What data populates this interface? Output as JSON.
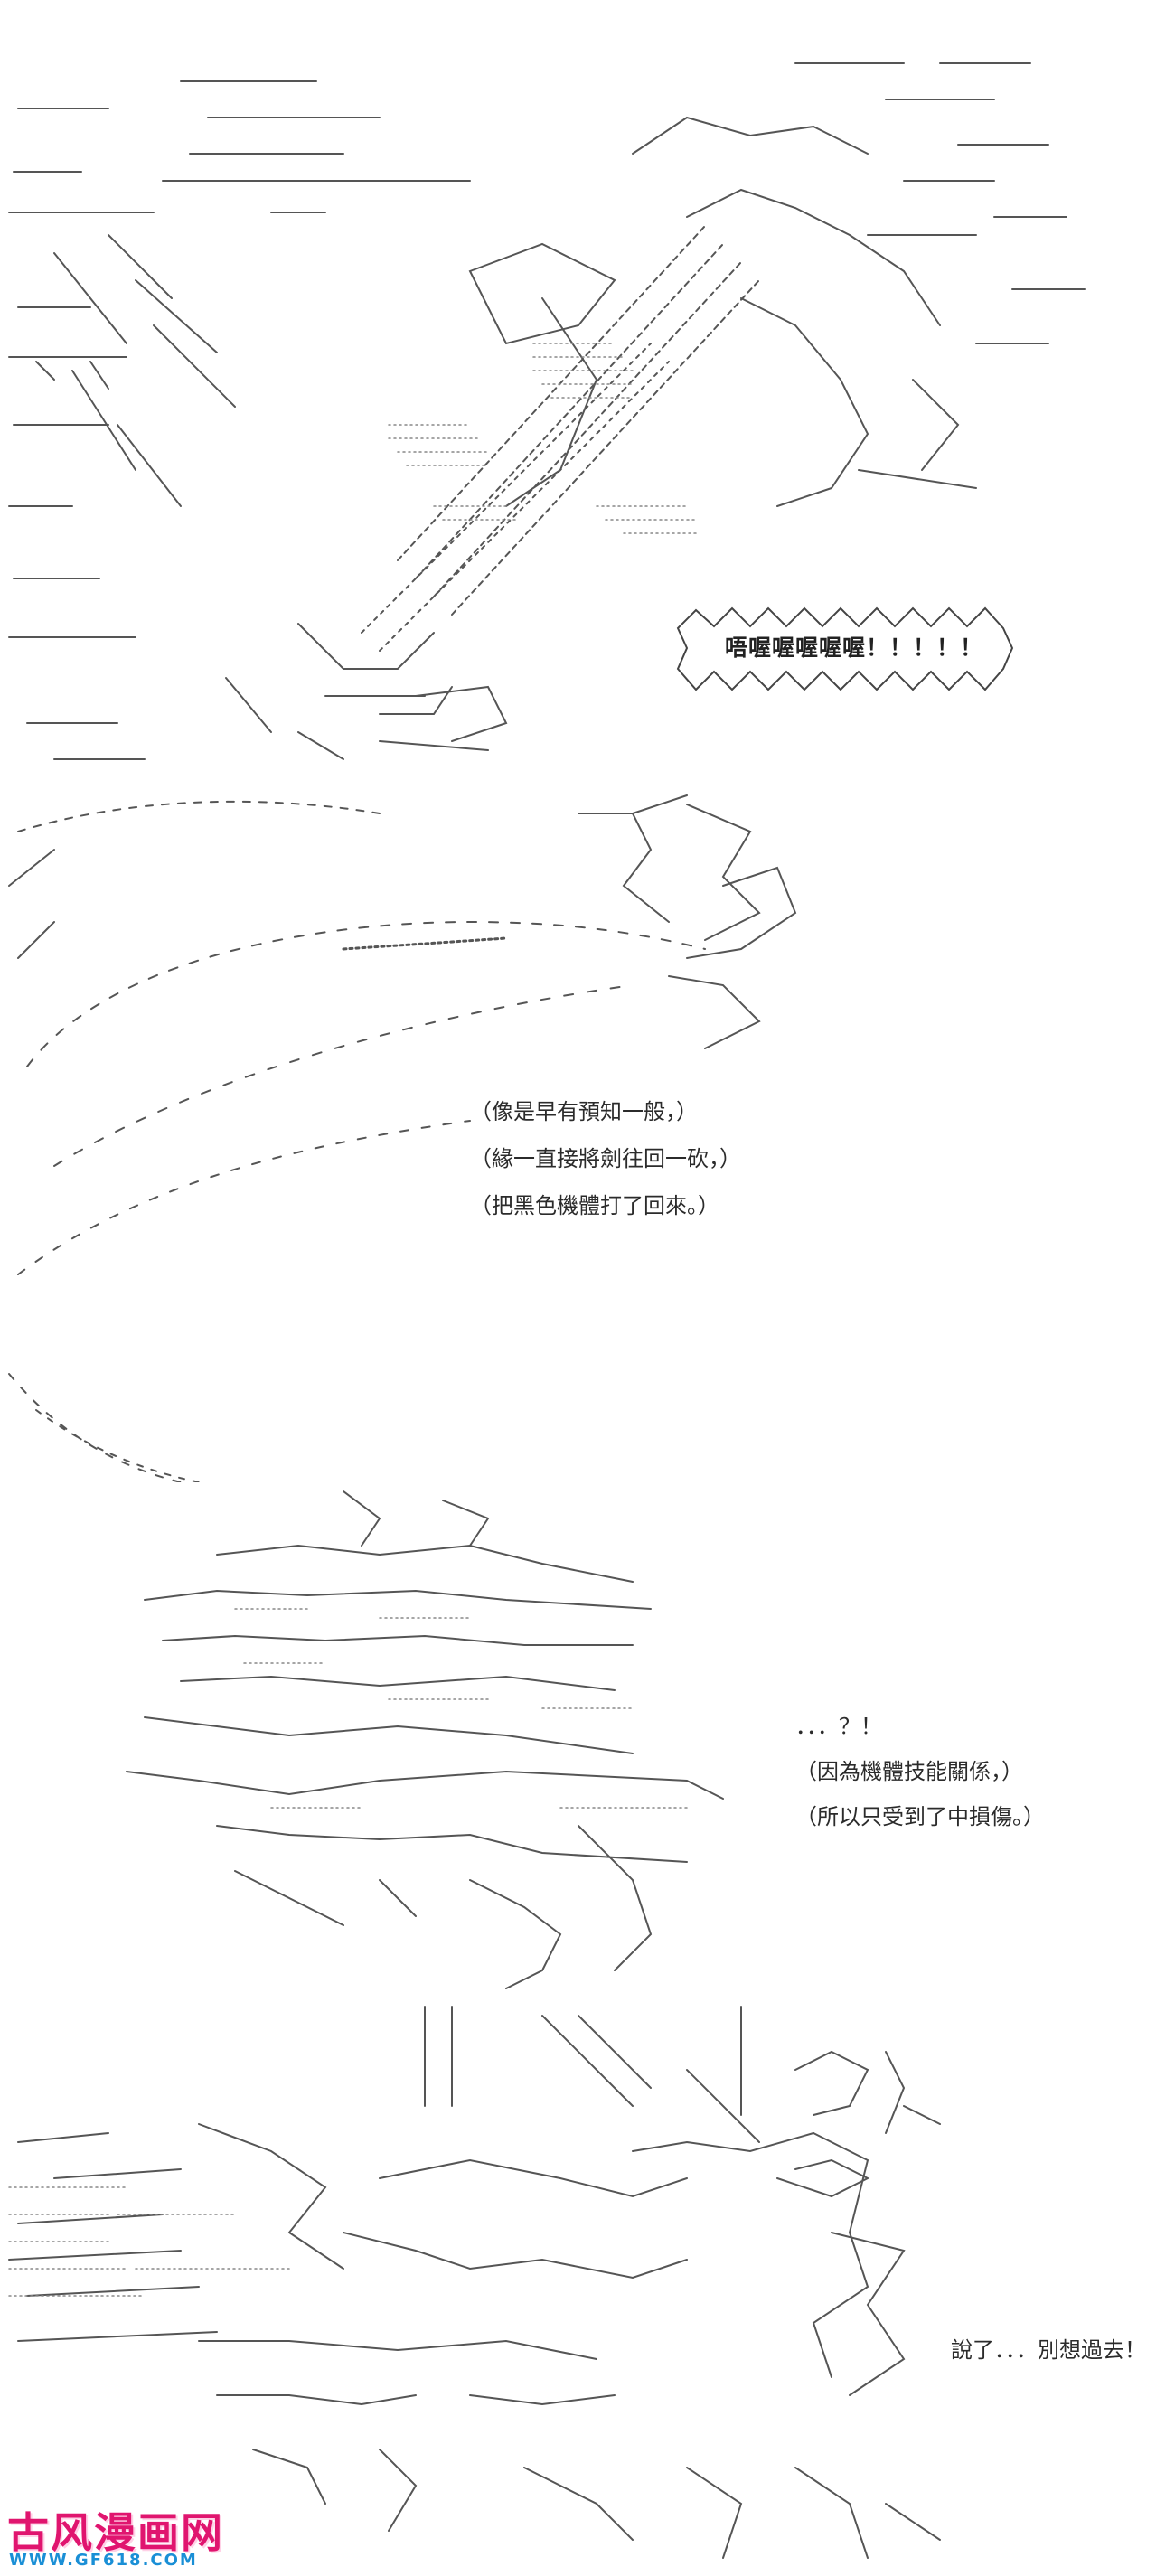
{
  "panels": [
    {
      "id": "panel-1",
      "bubble": {
        "text": "唔喔喔喔喔喔！！！！！"
      }
    },
    {
      "id": "panel-2",
      "narration": [
        "（像是早有預知一般，）",
        "（緣一直接將劍往回一砍，）",
        "（把黑色機體打了回來。）"
      ]
    },
    {
      "id": "panel-3",
      "narration": [
        "．．．？！",
        "（因為機體技能關係，）",
        "（所以只受到了中損傷。）"
      ]
    },
    {
      "id": "panel-4",
      "narration": [
        "說了．．．別想過去！"
      ]
    }
  ],
  "watermark": {
    "brand": "古风漫画网",
    "url": "WWW.GF618.COM"
  },
  "colors": {
    "background": "#ffffff",
    "lineart": "#555555",
    "watermark_brand": "#e0156f",
    "watermark_url": "#1a8fd6"
  }
}
